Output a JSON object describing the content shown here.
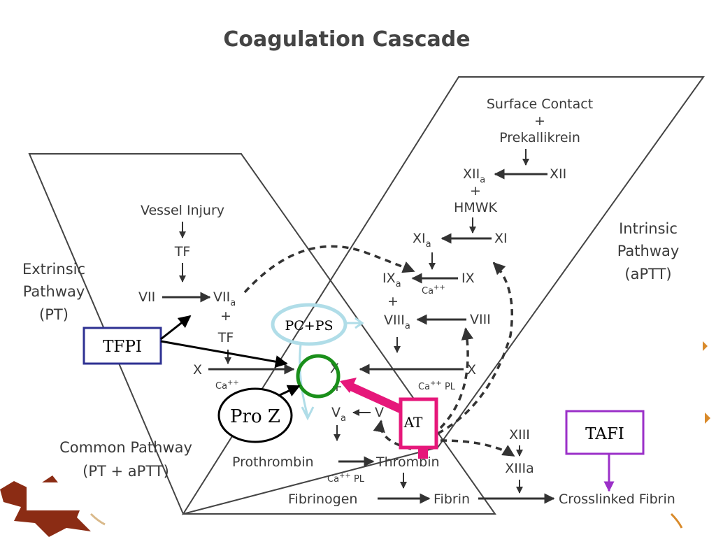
{
  "title": "Coagulation Cascade",
  "extrinsic": {
    "name": "Extrinsic",
    "pathway": "Pathway",
    "test": "(PT)"
  },
  "intrinsic": {
    "name": "Intrinsic",
    "pathway": "Pathway",
    "test": "(aPTT)"
  },
  "common": {
    "name": "Common Pathway",
    "test": "(PT + aPTT)"
  },
  "nodes": {
    "vessel_injury": "Vessel Injury",
    "tf": "TF",
    "vii": "VII",
    "viia_main": "VII",
    "viia_sub": "a",
    "plus": "+",
    "tf2": "TF",
    "x_ext": "X",
    "ca_ext": "Ca",
    "ca_sup": "++",
    "surface_contact": "Surface Contact",
    "prekallikrein": "Prekallikrein",
    "xiia_main": "XII",
    "xiia_sub": "a",
    "xii": "XII",
    "hmwk": "HMWK",
    "xia_main": "XI",
    "xia_sub": "a",
    "xi": "XI",
    "ixa_main": "IX",
    "ixa_sub": "a",
    "ix": "IX",
    "ca_ix": "Ca",
    "viiia_main": "VIII",
    "viiia_sub": "a",
    "viii": "VIII",
    "x_int": "X",
    "ca_int": "Ca",
    "pl": "PL",
    "x_center": "X",
    "va_main": "V",
    "va_sub": "a",
    "v": "V",
    "prothrombin": "Prothrombin",
    "thrombin": "Thrombin",
    "ca_thr": "Ca",
    "fibrinogen": "Fibrinogen",
    "fibrin": "Fibrin",
    "xiii": "XIII",
    "xiiia": "XIIIa",
    "crosslinked_fibrin": "Crosslinked Fibrin"
  },
  "inhibitors": {
    "tfpi": "TFPI",
    "pc_ps": "PC+PS",
    "pro_z": "Pro Z",
    "at": "AT",
    "tafi": "TAFI"
  },
  "colors": {
    "arrow": "#333333",
    "tfpi_box": "#2e3192",
    "tafi_box": "#9b30c8",
    "at_box": "#e6177a",
    "pc_ps_ring": "#b0dde8",
    "central_ring": "#1a8f1a",
    "leaf": "#8b2c14"
  }
}
